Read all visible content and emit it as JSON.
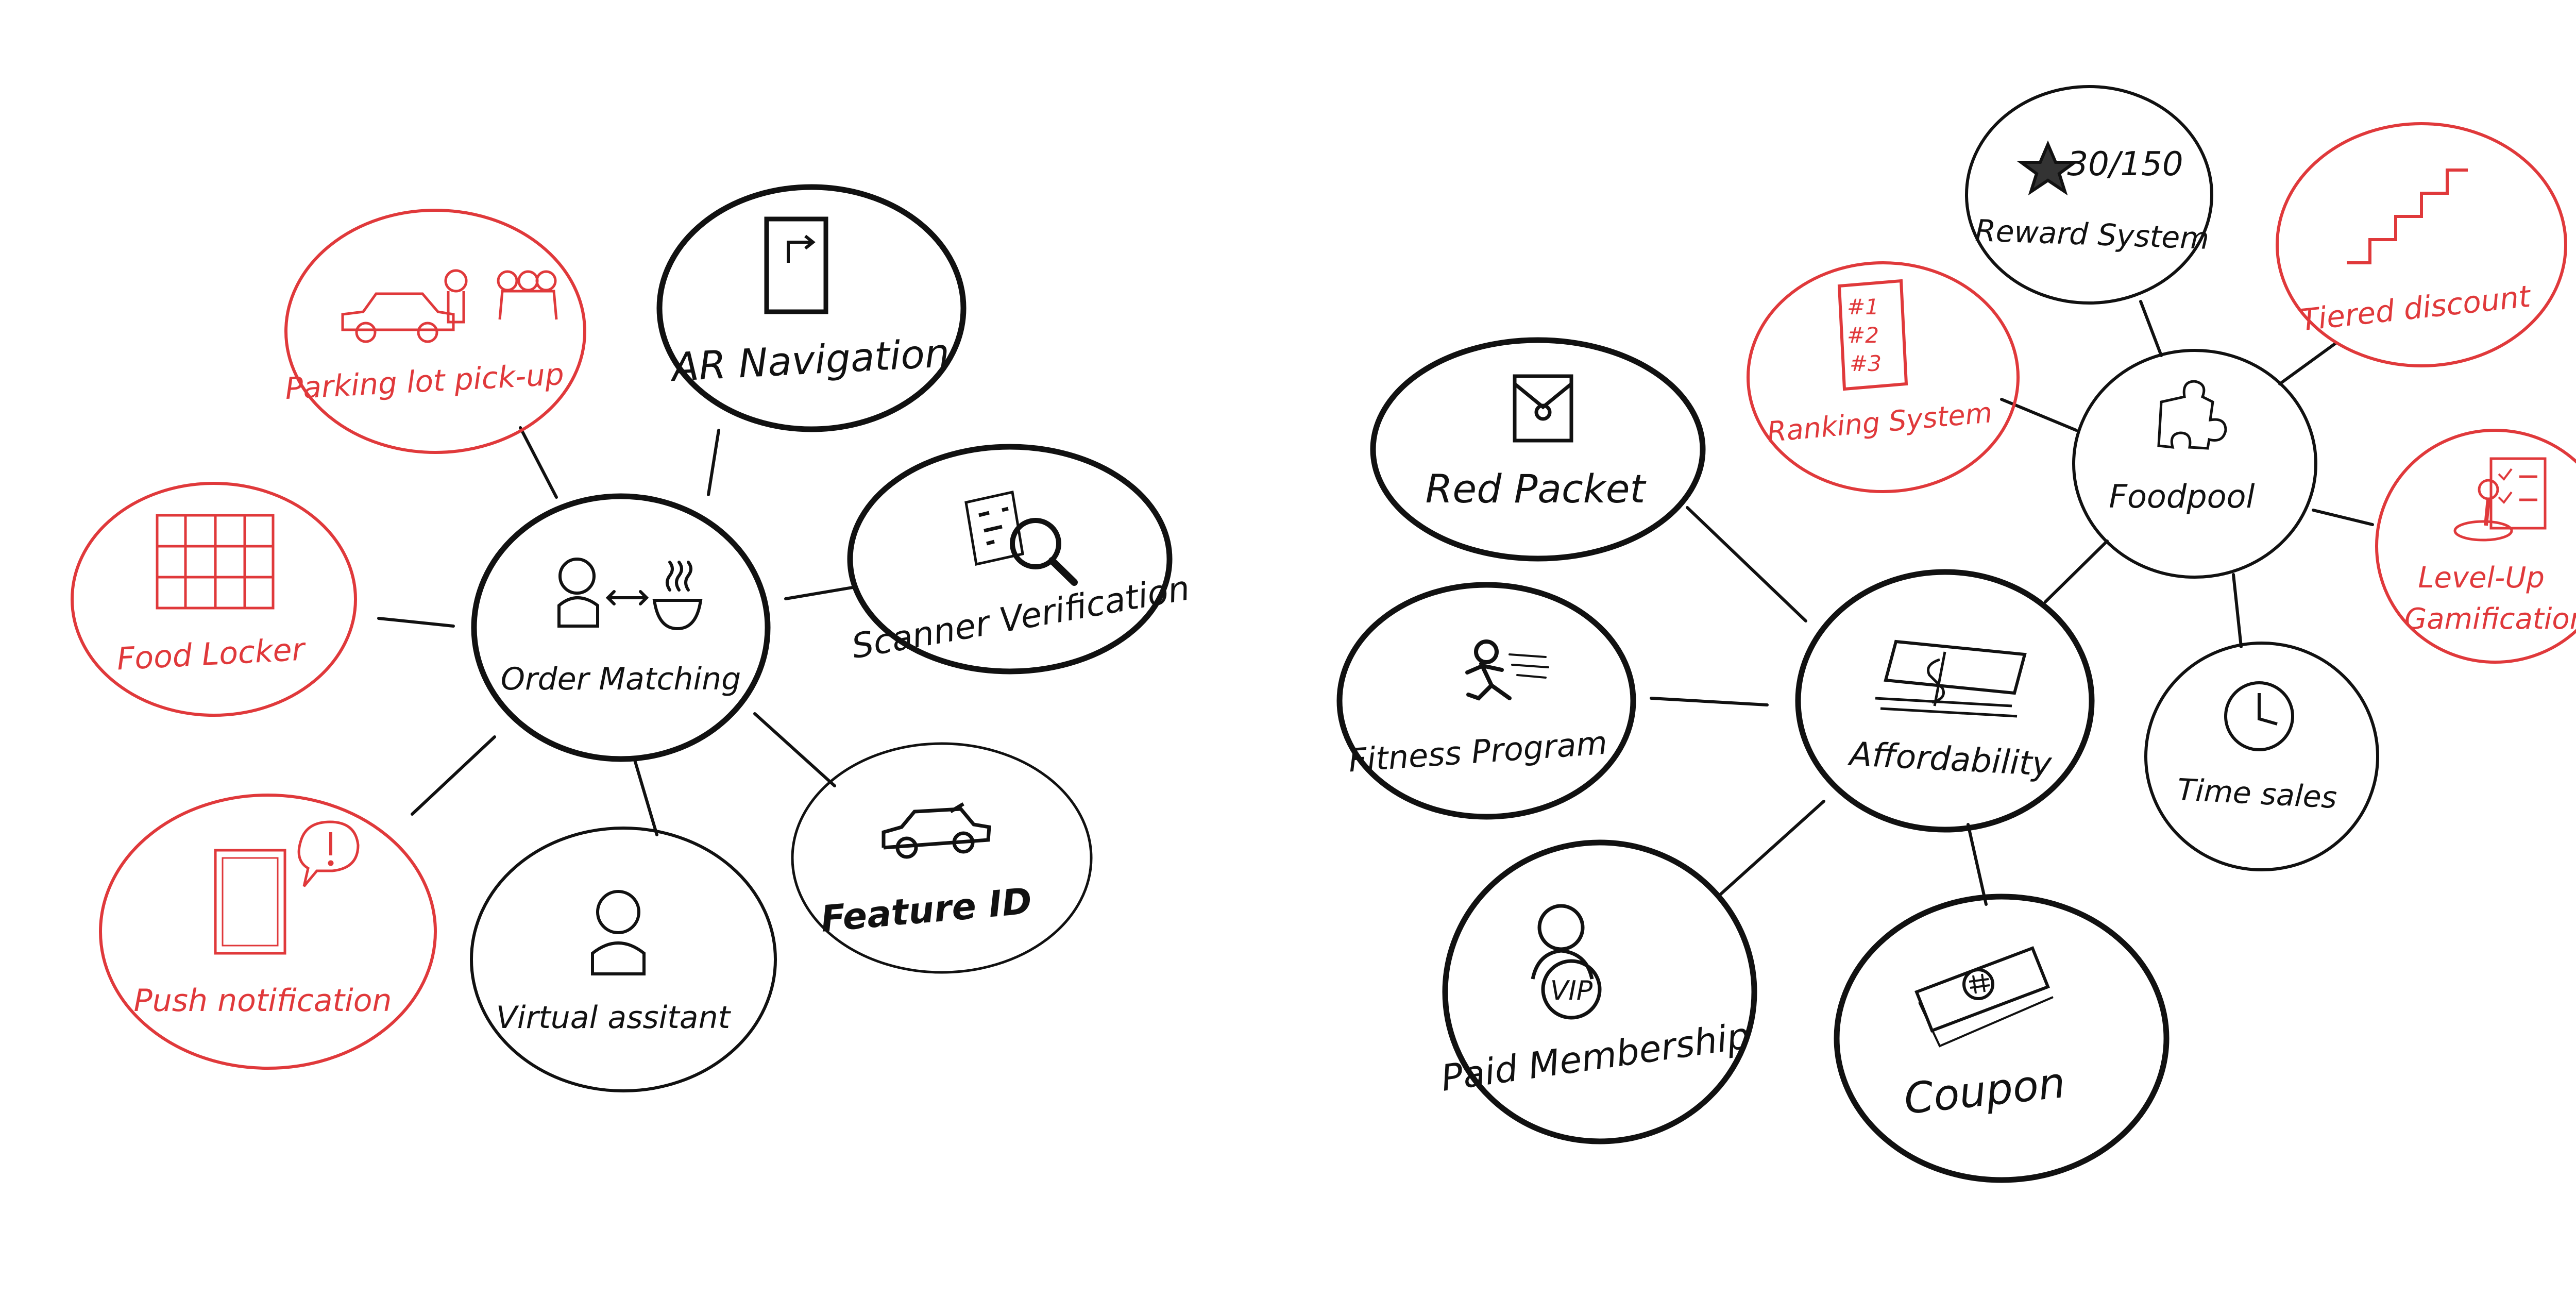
{
  "colors": {
    "ink": "#111111",
    "accent_red": "#e0393b",
    "background": "#ffffff"
  },
  "left_cluster": {
    "center": {
      "label": "Order Matching",
      "icon": "person-to-bowl-icon"
    },
    "nodes": [
      {
        "label": "Parking lot pick-up",
        "color": "red",
        "icon": "car-and-people-icon"
      },
      {
        "label": "AR Navigation",
        "color": "black",
        "icon": "door-arrow-icon"
      },
      {
        "label": "Scanner Verification",
        "color": "black",
        "icon": "magnifier-scan-icon"
      },
      {
        "label": "Food Locker",
        "color": "red",
        "icon": "locker-grid-icon"
      },
      {
        "label": "Feature ID",
        "color": "black",
        "icon": "car-icon"
      },
      {
        "label": "Push notification",
        "color": "red",
        "icon": "phone-alert-icon"
      },
      {
        "label": "Virtual assitant",
        "color": "black",
        "icon": "person-icon"
      }
    ]
  },
  "right_cluster": {
    "center": {
      "label": "Affordability",
      "icon": "cash-icon"
    },
    "hub": {
      "label": "Foodpool",
      "icon": "puzzle-icon"
    },
    "hub_nodes": [
      {
        "label": "Reward System",
        "color": "black",
        "icon": "star-icon",
        "counter": "30/150"
      },
      {
        "label": "Tiered discount",
        "color": "red",
        "icon": "stairs-icon"
      },
      {
        "label": "Ranking System",
        "color": "red",
        "icon": "rank-list-icon",
        "ranks": [
          "#1",
          "#2",
          "#3"
        ]
      },
      {
        "label": "Level-Up Gamification",
        "color": "red",
        "icon": "joystick-checklist-icon"
      },
      {
        "label": "Time sales",
        "color": "black",
        "icon": "clock-icon"
      }
    ],
    "nodes": [
      {
        "label": "Red Packet",
        "color": "black",
        "icon": "envelope-icon"
      },
      {
        "label": "Fitness Program",
        "color": "black",
        "icon": "runner-icon"
      },
      {
        "label": "Paid Membership",
        "color": "black",
        "icon": "vip-person-icon",
        "badge": "VIP"
      },
      {
        "label": "Coupon",
        "color": "black",
        "icon": "coupon-icon"
      }
    ]
  }
}
